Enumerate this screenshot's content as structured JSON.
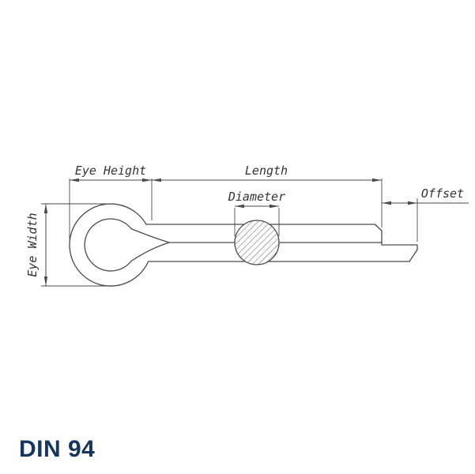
{
  "title": "DIN 94",
  "drawing": {
    "labels": {
      "eye_height": "Eye Height",
      "length": "Length",
      "diameter": "Diameter",
      "offset": "Offset",
      "eye_width": "Eye Width"
    },
    "part": "cotter-pin-split-pin-side-view"
  },
  "colors": {
    "background": "#ffffff",
    "pin_line": "#4a4a4a",
    "dimension_line": "#4a4a4a",
    "label_text": "#333333",
    "title_text": "#16365c"
  }
}
